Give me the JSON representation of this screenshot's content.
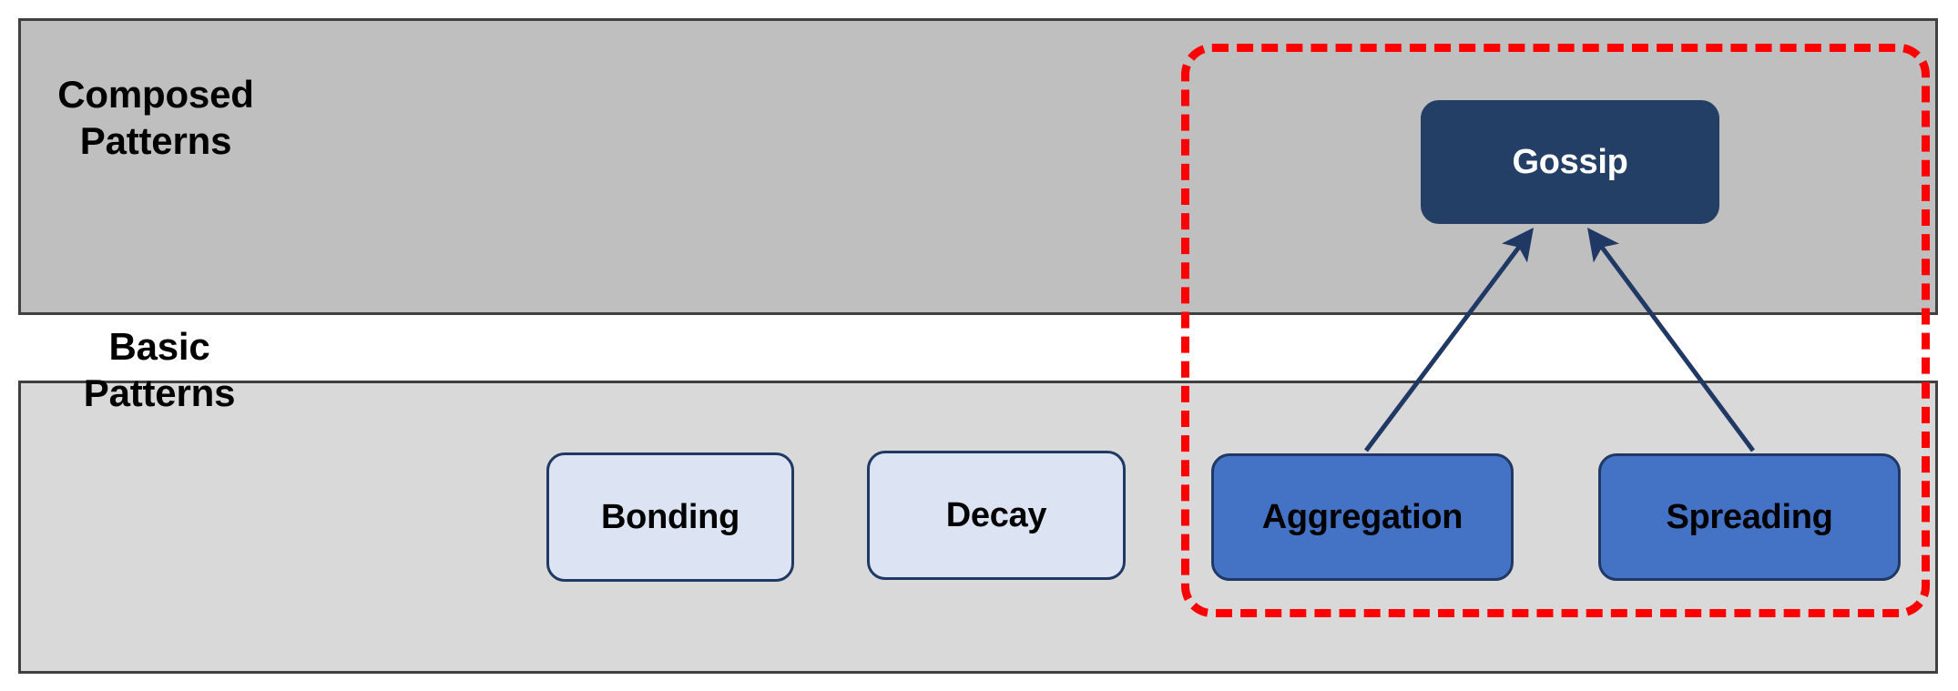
{
  "diagram": {
    "title_text": "",
    "colors": {
      "composed_band_bg": "#BFBFBF",
      "basic_band_bg": "#D9D9D9",
      "band_border": "#404040",
      "composed_node_bg": "#243F66",
      "composed_node_text": "#FFFFFF",
      "basic_node_bg": "#DCE3F2",
      "basic_node_highlight_bg": "#4472C4",
      "node_border": "#1F3864",
      "arrow_color": "#1F3864",
      "highlight_outline": "#FF0000"
    },
    "bands": [
      {
        "id": "composed",
        "label": "Composed\nPatterns"
      },
      {
        "id": "basic",
        "label": "Basic\nPatterns"
      }
    ],
    "nodes": {
      "gossip": {
        "label": "Gossip",
        "layer": "composed",
        "style": "dark-filled",
        "highlighted": true
      },
      "bonding": {
        "label": "Bonding",
        "layer": "basic",
        "style": "light-filled",
        "highlighted": false
      },
      "decay": {
        "label": "Decay",
        "layer": "basic",
        "style": "light-filled",
        "highlighted": false
      },
      "aggregation": {
        "label": "Aggregation",
        "layer": "basic",
        "style": "blue-filled",
        "highlighted": true
      },
      "spreading": {
        "label": "Spreading",
        "layer": "basic",
        "style": "blue-filled",
        "highlighted": true
      }
    },
    "edges": [
      {
        "from": "aggregation",
        "to": "gossip",
        "arrowhead": "target"
      },
      {
        "from": "spreading",
        "to": "gossip",
        "arrowhead": "target"
      }
    ],
    "highlight_region": {
      "style": "red-dashed-rounded-rectangle",
      "encloses": [
        "gossip",
        "aggregation",
        "spreading"
      ]
    }
  }
}
